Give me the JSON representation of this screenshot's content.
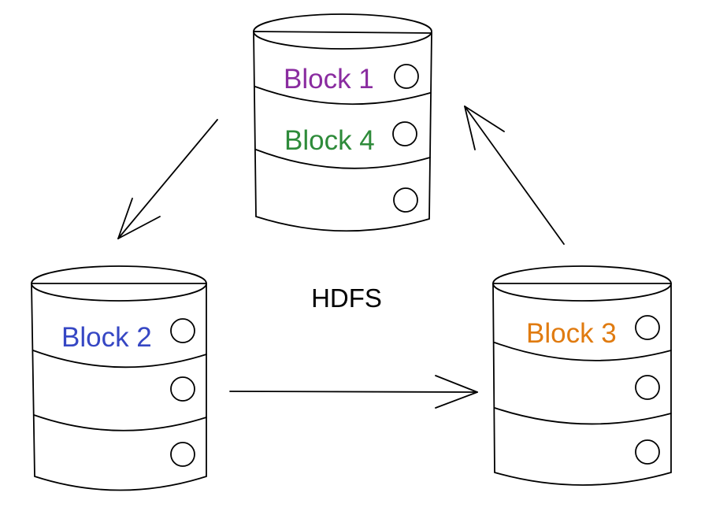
{
  "diagram": {
    "center_label": "HDFS",
    "nodes": [
      {
        "id": "node-top",
        "slots": [
          {
            "label": "Block 1",
            "color": "#8a2ca0"
          },
          {
            "label": "Block 4",
            "color": "#2e8b3a"
          },
          {
            "label": "",
            "color": ""
          }
        ]
      },
      {
        "id": "node-left",
        "slots": [
          {
            "label": "Block 2",
            "color": "#3647c4"
          },
          {
            "label": "",
            "color": ""
          },
          {
            "label": "",
            "color": ""
          }
        ]
      },
      {
        "id": "node-right",
        "slots": [
          {
            "label": "Block 3",
            "color": "#e07b10"
          },
          {
            "label": "",
            "color": ""
          },
          {
            "label": "",
            "color": ""
          }
        ]
      }
    ],
    "edges": [
      {
        "from": "node-top",
        "to": "node-left"
      },
      {
        "from": "node-left",
        "to": "node-right"
      },
      {
        "from": "node-right",
        "to": "node-top"
      }
    ]
  }
}
